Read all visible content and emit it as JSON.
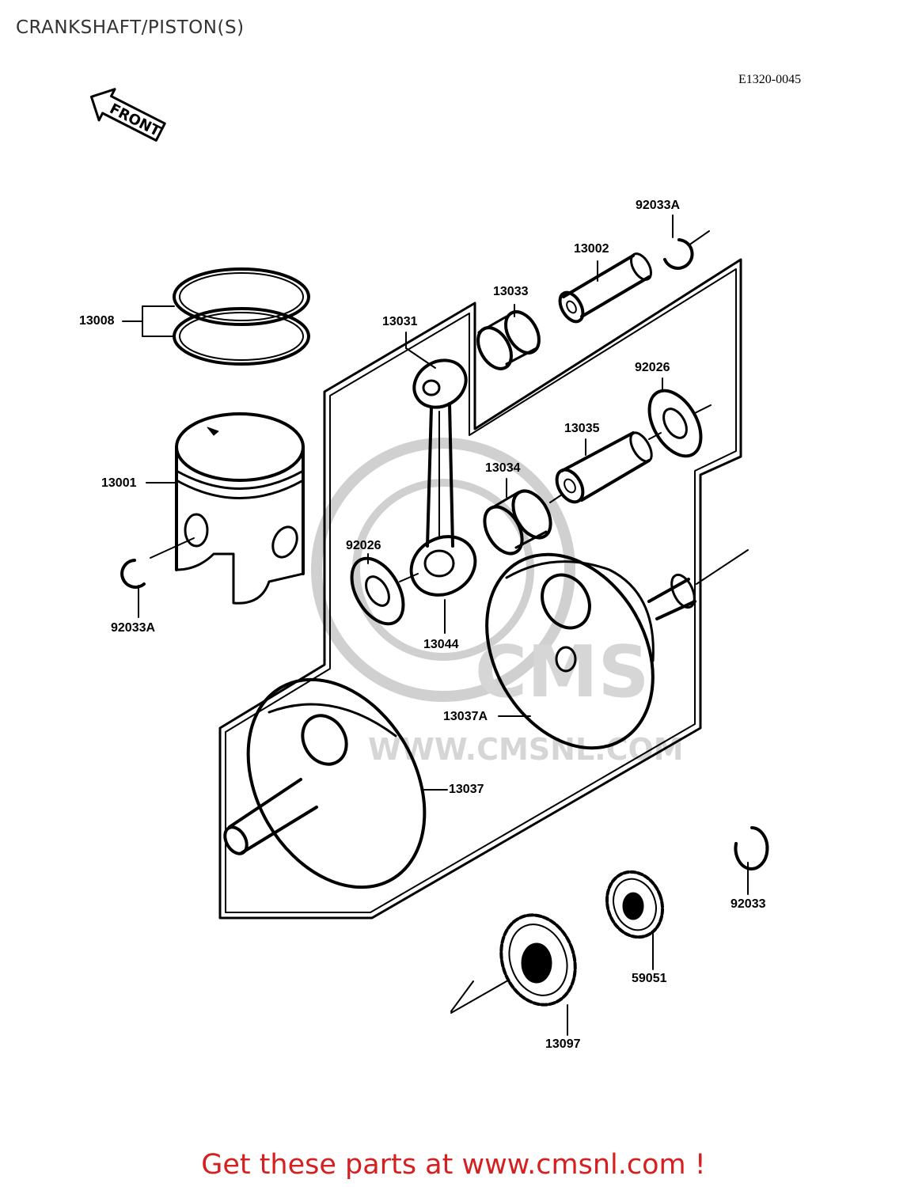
{
  "page": {
    "title": "CRANKSHAFT/PISTON(S)",
    "diagram_code": "E1320-0045",
    "front_arrow_text": "FRONT",
    "watermark": "CMS",
    "watermark_url": "WWW.CMSNL.COM",
    "footer_cta": "Get these parts at www.cmsnl.com !"
  },
  "colors": {
    "line": "#000000",
    "footer_text": "#d61f1f",
    "watermark": "#d0d0d0",
    "title_text": "#333333"
  },
  "parts": {
    "ring_set": "13008",
    "piston": "13001",
    "circlip_left": "92033A",
    "circlip_top": "92033A",
    "connecting_rod": "13031",
    "small_end_bearing": "13033",
    "piston_pin": "13002",
    "crankpin": "13035",
    "big_end_bearing": "13034",
    "washer_right": "92026",
    "washer_left": "92026",
    "rod_assembly": "13044",
    "crank_half_right": "13037A",
    "crank_half_left": "13037",
    "circlip_gear": "92033",
    "primary_gear": "59051",
    "crank_gear": "13097"
  }
}
